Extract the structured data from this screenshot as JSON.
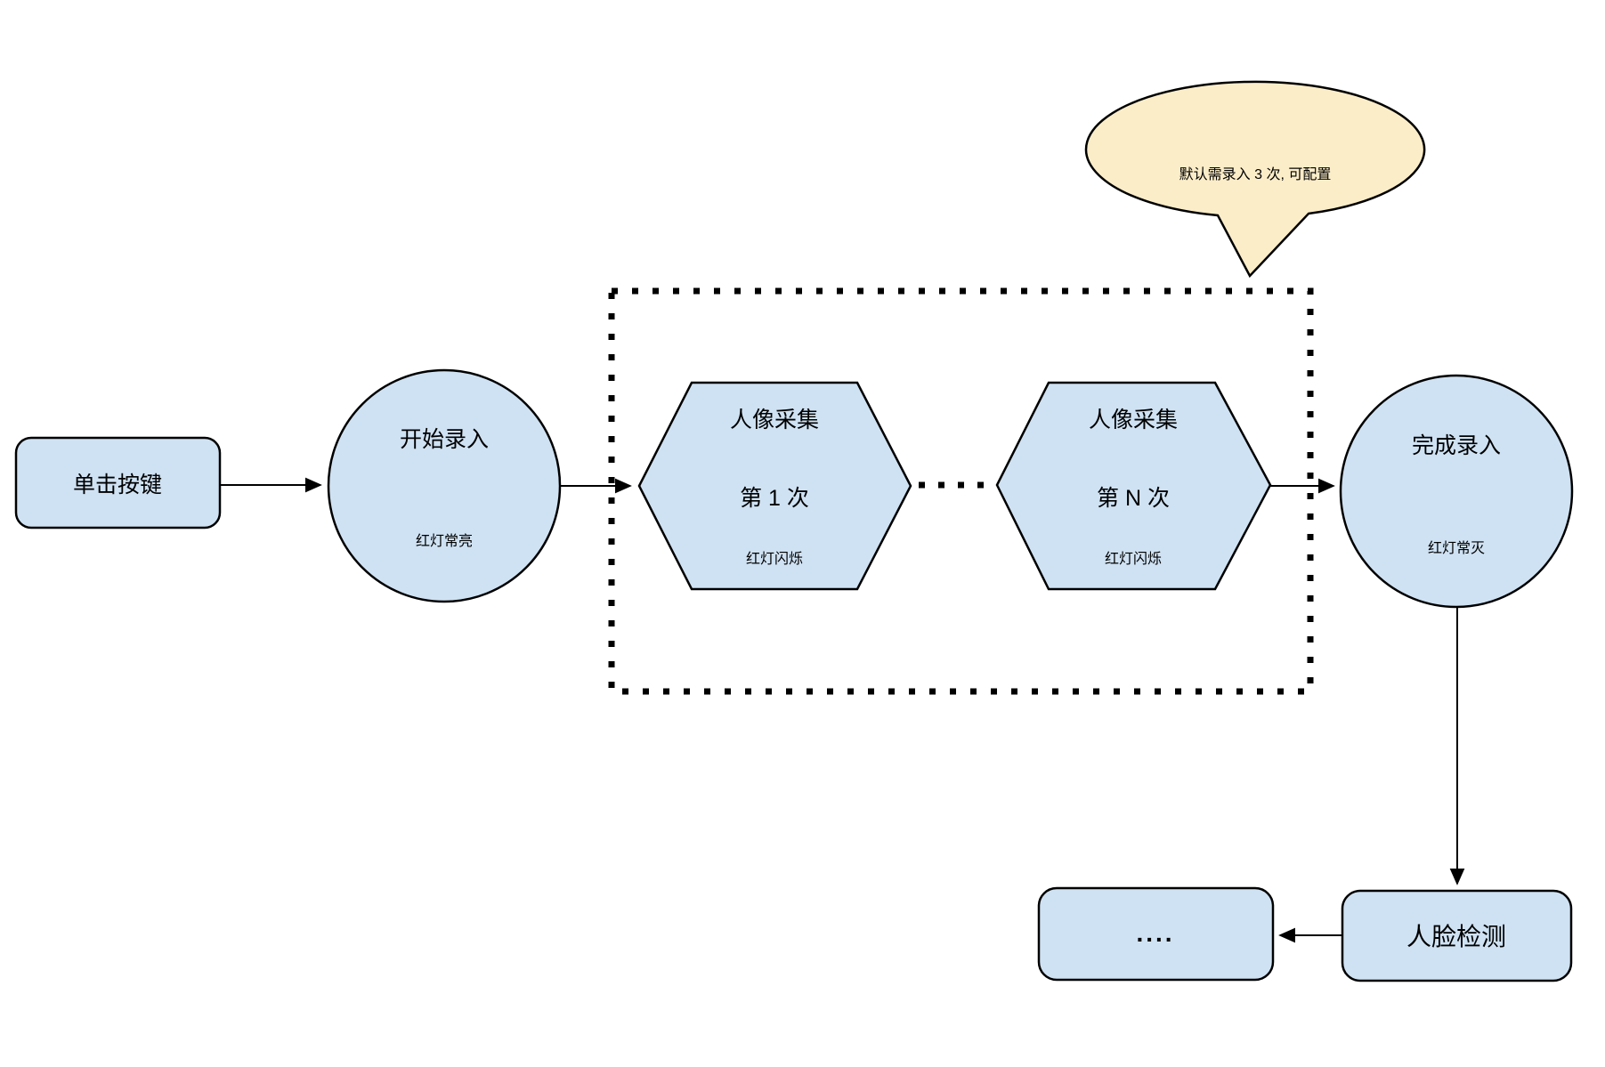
{
  "colors": {
    "background": "#ffffff",
    "node_fill": "#cfe2f3",
    "node_stroke": "#000000",
    "line": "#000000",
    "bubble_fill": "#fbedc8"
  },
  "diagram": {
    "click_button": {
      "label": "单击按键"
    },
    "start_enroll": {
      "label": "开始录入",
      "status": "红灯常亮"
    },
    "capture_first": {
      "title": "人像采集",
      "subtitle": "第 1 次",
      "status": "红灯闪烁"
    },
    "capture_nth": {
      "title": "人像采集",
      "subtitle": "第 N 次",
      "status": "红灯闪烁"
    },
    "finish_enroll": {
      "label": "完成录入",
      "status": "红灯常灭"
    },
    "face_detection": {
      "label": "人脸检测"
    },
    "ellipsis_box": {
      "label": "...."
    },
    "callout": {
      "text": "默认需录入 3 次, 可配置"
    }
  }
}
